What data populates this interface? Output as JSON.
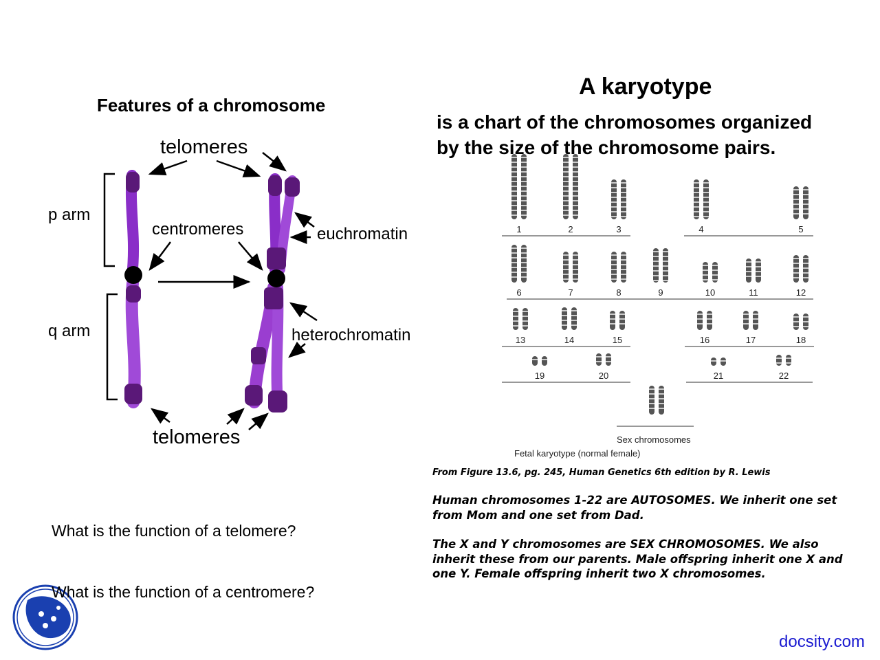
{
  "left": {
    "title": "Features of a chromosome",
    "labels": {
      "telomeres_top": "telomeres",
      "p_arm": "p arm",
      "centromeres": "centromeres",
      "euchromatin": "euchromatin",
      "q_arm": "q arm",
      "heterochromatin": "heterochromatin",
      "telomeres_bottom": "telomeres"
    },
    "questions": [
      "What is the function of a telomere?",
      "What is the function of a centromere?"
    ]
  },
  "right": {
    "title": "A karyotype",
    "subtitle_lines": [
      "is a chart of the chromosomes organized",
      "by the size of the chromosome pairs."
    ],
    "karyotype_numbers": [
      "1",
      "2",
      "3",
      "4",
      "5",
      "6",
      "7",
      "8",
      "9",
      "10",
      "11",
      "12",
      "13",
      "14",
      "15",
      "16",
      "17",
      "18",
      "19",
      "20",
      "21",
      "22"
    ],
    "sex_label": "Sex chromosomes",
    "figure_caption": "Fetal karyotype (normal female)",
    "source": "From Figure 13.6, pg. 245, Human Genetics 6th edition by R. Lewis",
    "para1": "Human chromosomes 1-22 are AUTOSOMES.  We inherit one set from Mom and one set from Dad.",
    "para2": "The X and Y chromosomes are SEX CHROMOSOMES.  We also inherit these from our parents.  Male offspring inherit one X and one Y.  Female offspring inherit two X chromosomes."
  },
  "footer": {
    "brand": "docsity.com"
  },
  "colors": {
    "purple": "#8a2ec8",
    "dark_purple": "#4a1060",
    "link": "#1a1ad0"
  }
}
